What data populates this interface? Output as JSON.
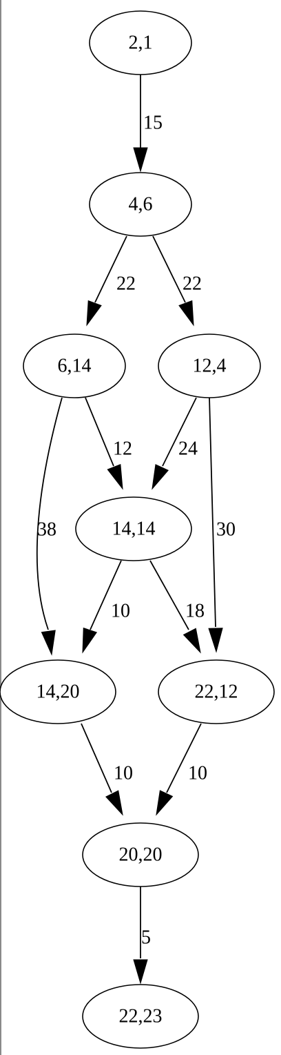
{
  "graph": {
    "nodes": [
      {
        "id": "n21",
        "label": "2,1"
      },
      {
        "id": "n46",
        "label": "4,6"
      },
      {
        "id": "n614",
        "label": "6,14"
      },
      {
        "id": "n124",
        "label": "12,4"
      },
      {
        "id": "n1414",
        "label": "14,14"
      },
      {
        "id": "n1420",
        "label": "14,20"
      },
      {
        "id": "n2212",
        "label": "22,12"
      },
      {
        "id": "n2020",
        "label": "20,20"
      },
      {
        "id": "n2223",
        "label": "22,23"
      }
    ],
    "edges": [
      {
        "from": "n21",
        "to": "n46",
        "label": "15"
      },
      {
        "from": "n46",
        "to": "n614",
        "label": "22"
      },
      {
        "from": "n46",
        "to": "n124",
        "label": "22"
      },
      {
        "from": "n614",
        "to": "n1414",
        "label": "12"
      },
      {
        "from": "n614",
        "to": "n1420",
        "label": "38"
      },
      {
        "from": "n124",
        "to": "n1414",
        "label": "24"
      },
      {
        "from": "n124",
        "to": "n2212",
        "label": "30"
      },
      {
        "from": "n1414",
        "to": "n1420",
        "label": "10"
      },
      {
        "from": "n1414",
        "to": "n2212",
        "label": "18"
      },
      {
        "from": "n1420",
        "to": "n2020",
        "label": "10"
      },
      {
        "from": "n2212",
        "to": "n2020",
        "label": "10"
      },
      {
        "from": "n2020",
        "to": "n2223",
        "label": "5"
      }
    ]
  }
}
